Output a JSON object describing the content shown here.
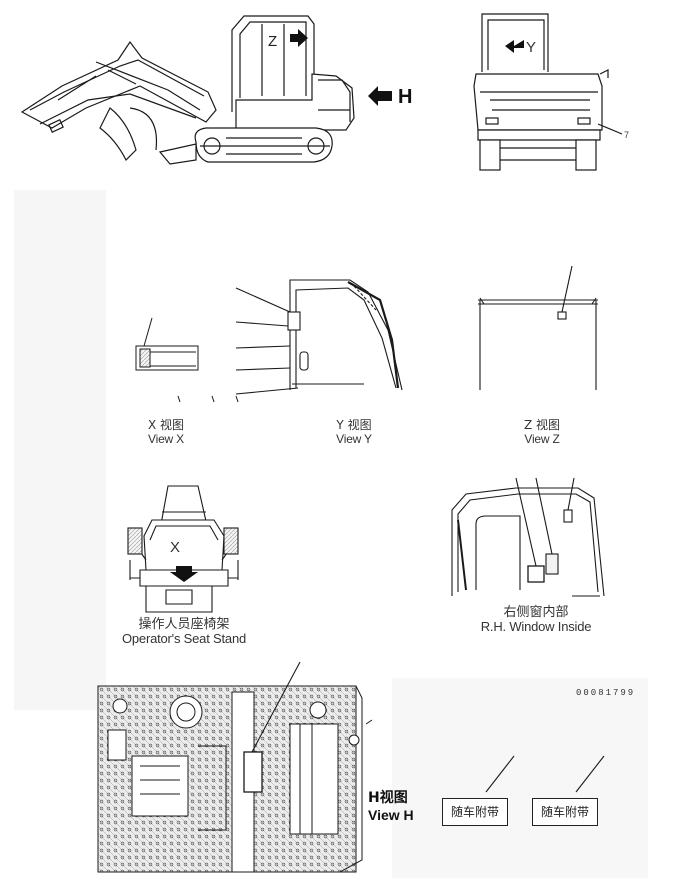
{
  "callouts": {
    "arrow_h_letter": "H",
    "z_mark": "Z",
    "y_mark": "Y",
    "x_mark": "X",
    "rear_callout_num": "7"
  },
  "views": {
    "view_x": {
      "cn": "X 视图",
      "en": "View X"
    },
    "view_y": {
      "cn": "Y 视图",
      "en": "View Y"
    },
    "view_z": {
      "cn": "Z 视图",
      "en": "View Z"
    },
    "seat_stand": {
      "cn": "操作人员座椅架",
      "en": "Operator's Seat Stand"
    },
    "rh_window": {
      "cn": "右侧窗内部",
      "en": "R.H. Window Inside"
    },
    "view_h": {
      "cn": "H视图",
      "en": "View H"
    }
  },
  "document_id": "00081799",
  "tags": [
    "随车附带",
    "随车附带"
  ],
  "colors": {
    "line": "#1a1a1a",
    "background": "#ffffff",
    "shading": "#e9e9e9"
  }
}
